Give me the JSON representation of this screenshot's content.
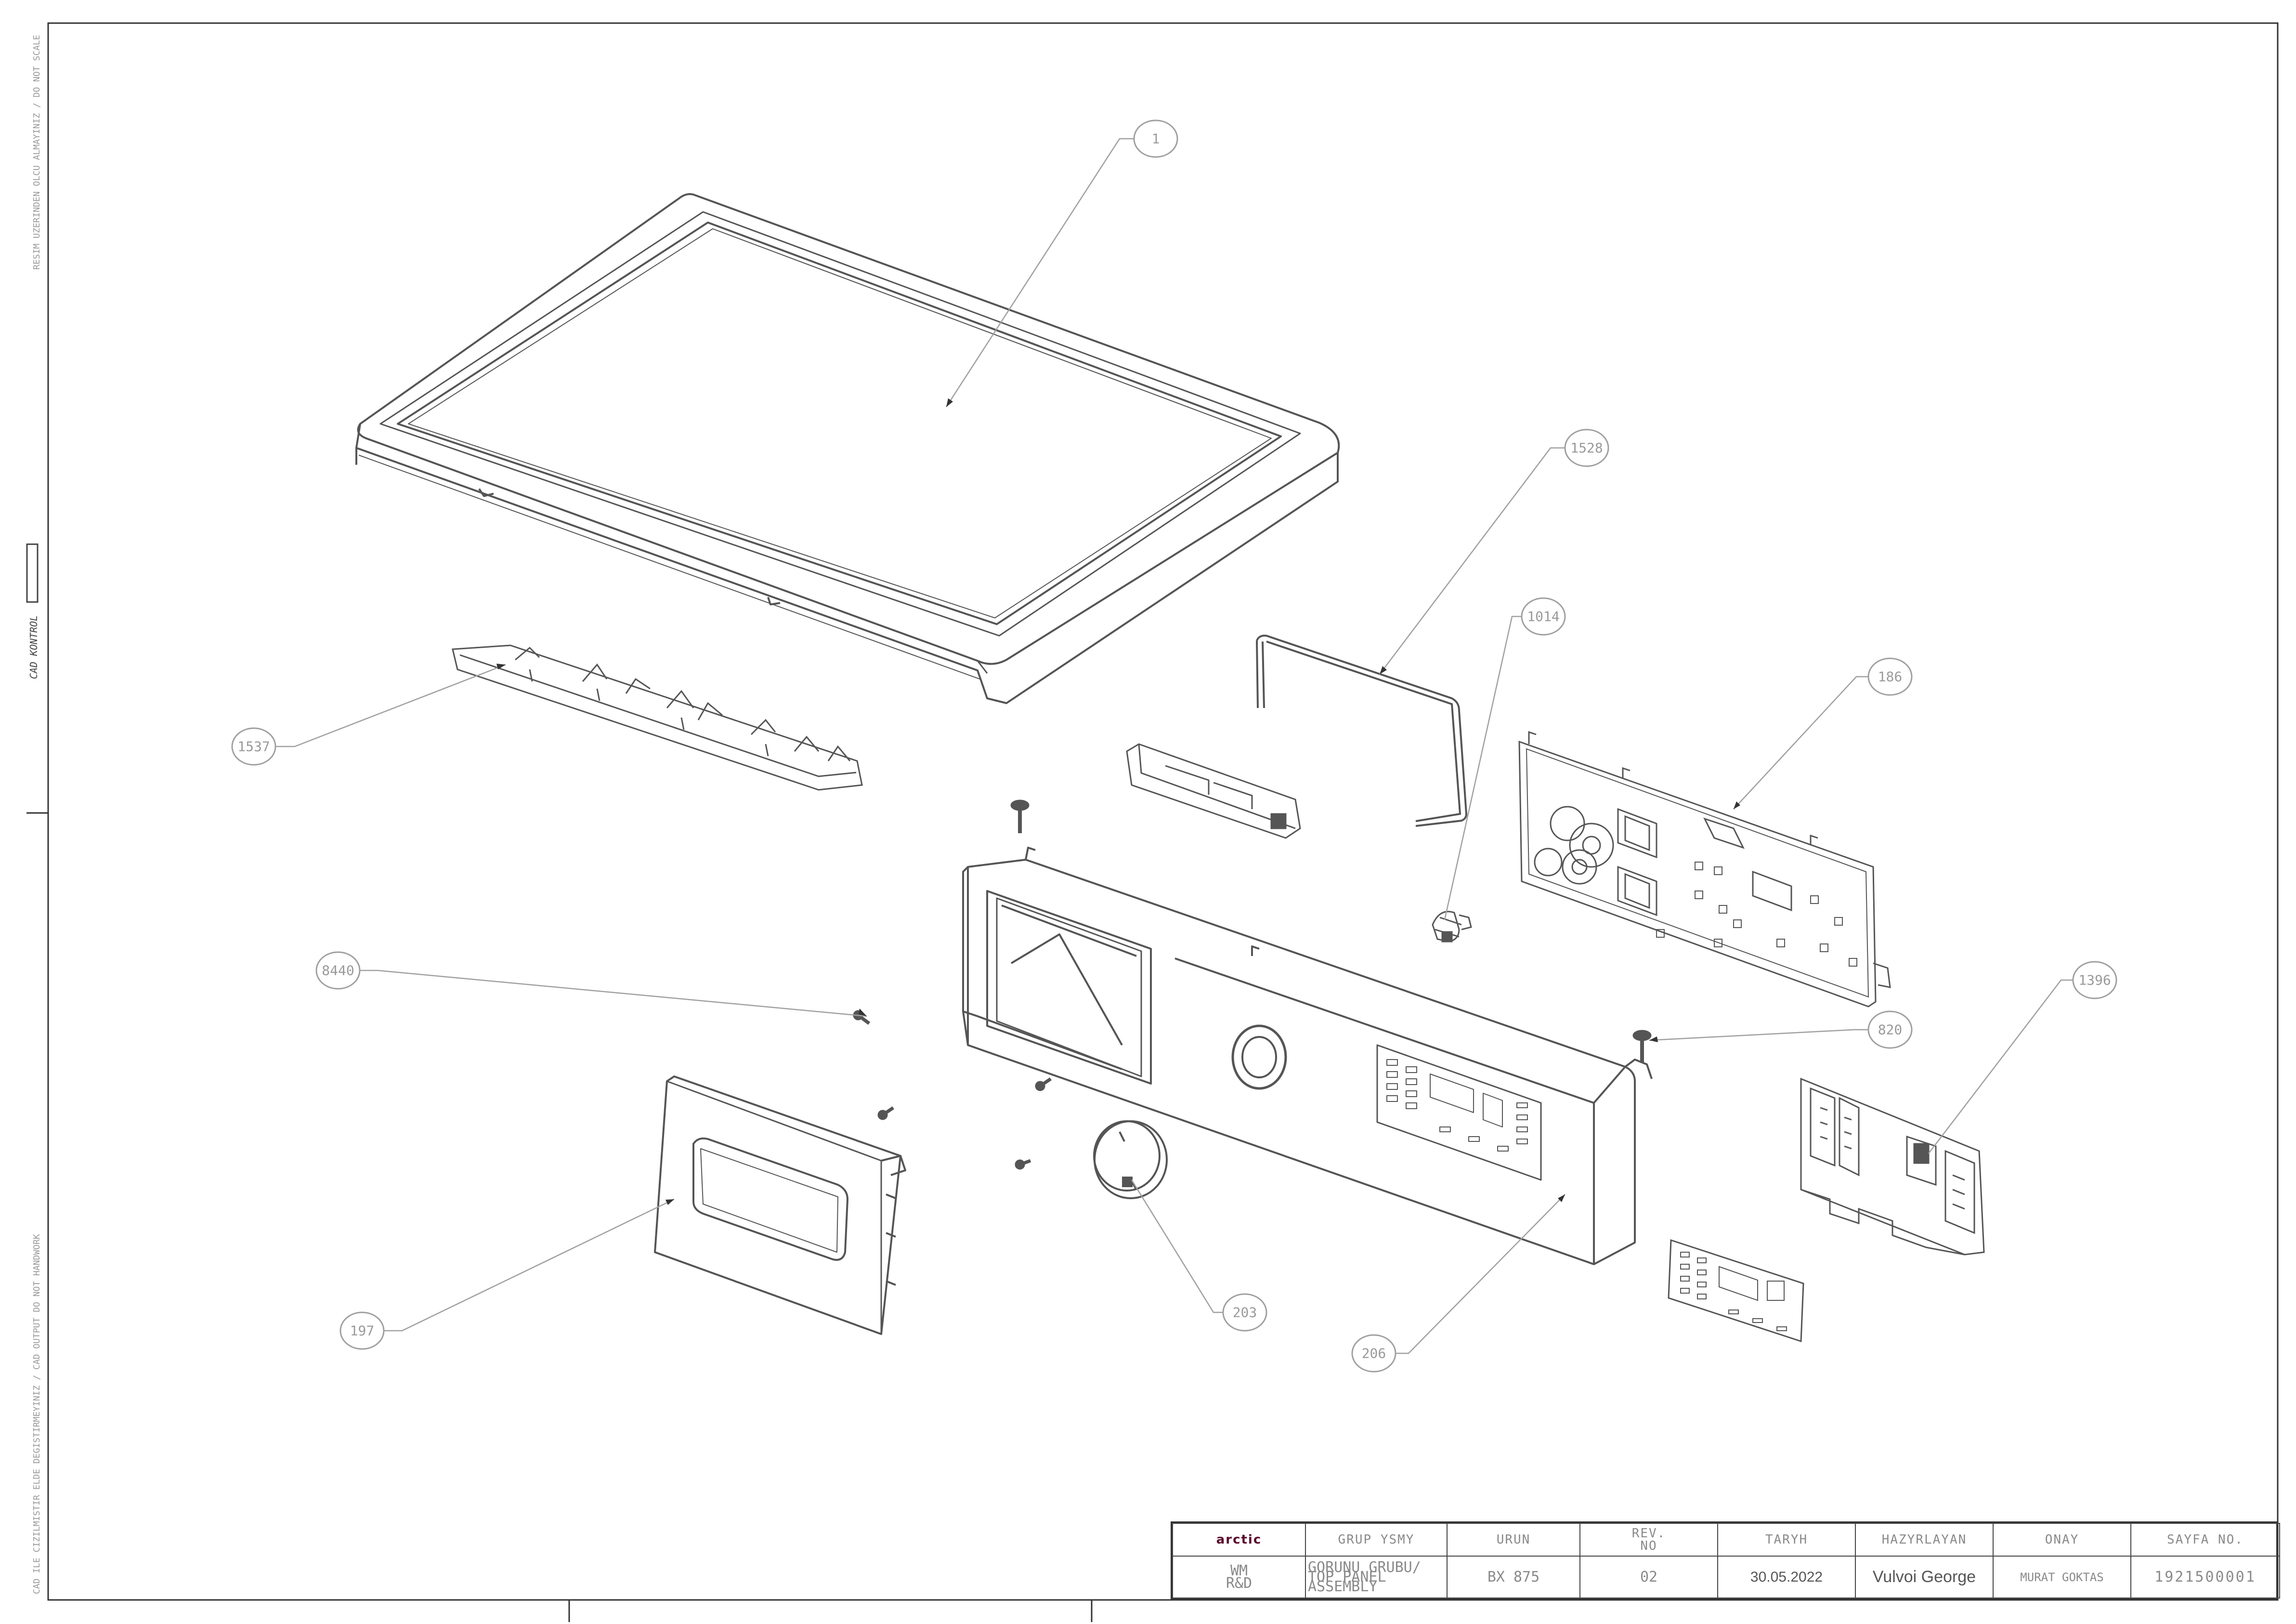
{
  "sidebar": {
    "note_top": "RESIM UZERINDEN OLCU ALMAYINIZ / DO NOT SCALE",
    "cad_control": "CAD KONTROL",
    "note_bottom": "CAD ILE CIZILMISTIR ELDE DEGISTIRMEYINIZ / CAD OUTPUT DO NOT HANDWORK"
  },
  "callouts": [
    {
      "id": "1",
      "label": "1"
    },
    {
      "id": "1528",
      "label": "1528"
    },
    {
      "id": "1014",
      "label": "1014"
    },
    {
      "id": "186",
      "label": "186"
    },
    {
      "id": "1537",
      "label": "1537"
    },
    {
      "id": "8440",
      "label": "8440"
    },
    {
      "id": "820",
      "label": "820"
    },
    {
      "id": "1396",
      "label": "1396"
    },
    {
      "id": "197",
      "label": "197"
    },
    {
      "id": "203",
      "label": "203"
    },
    {
      "id": "206",
      "label": "206"
    }
  ],
  "title_block": {
    "logo": "arctic",
    "headers": [
      "GRUP YSMY",
      "URUN",
      "REV.\nNO",
      "TARYH",
      "HAZYRLAYAN",
      "ONAY",
      "SAYFA NO."
    ],
    "dept": "WM\nR&D",
    "group": "GORUNU GRUBU/\nTOP PANEL ASSEMBLY",
    "product": "BX 875",
    "rev": "02",
    "date": "30.05.2022",
    "prepared_by": "Vulvoi George",
    "approved_by": "MURAT GOKTAS",
    "page_no": "1921500001"
  },
  "colors": {
    "line": "#555555",
    "leader": "#a0a0a0",
    "logo": "#5b0a2b"
  }
}
